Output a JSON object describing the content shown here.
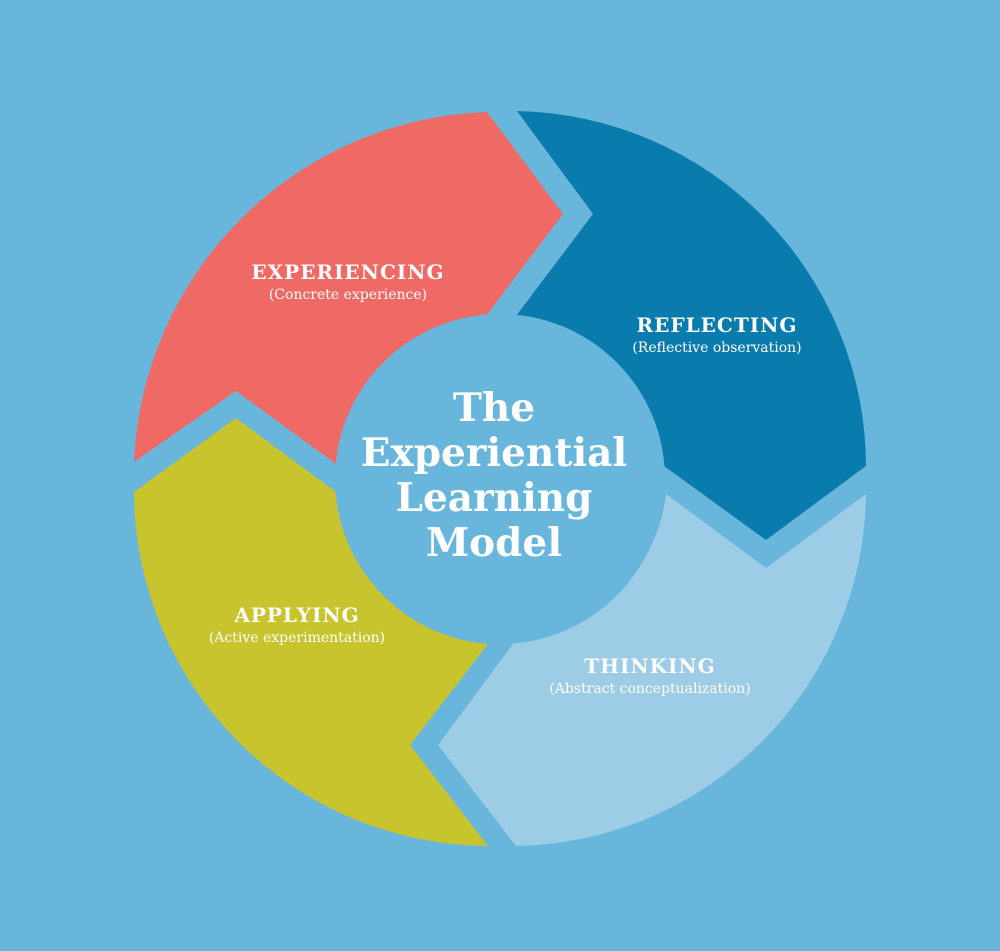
{
  "diagram": {
    "center": {
      "lines": [
        "The",
        "Experiential",
        "Learning",
        "Model"
      ]
    },
    "stages": [
      {
        "title": "EXPERIENCING",
        "subtitle": "(Concrete experience)",
        "color": "#f06a65"
      },
      {
        "title": "REFLECTING",
        "subtitle": "(Reflective observation)",
        "color": "#0a7bad"
      },
      {
        "title": "THINKING",
        "subtitle": "(Abstract conceptualization)",
        "color": "#9dcce6"
      },
      {
        "title": "APPLYING",
        "subtitle": "(Active experimentation)",
        "color": "#c8c42e"
      }
    ],
    "colors": {
      "background": "#68b6dc",
      "center_circle": "#68b6dc"
    }
  }
}
